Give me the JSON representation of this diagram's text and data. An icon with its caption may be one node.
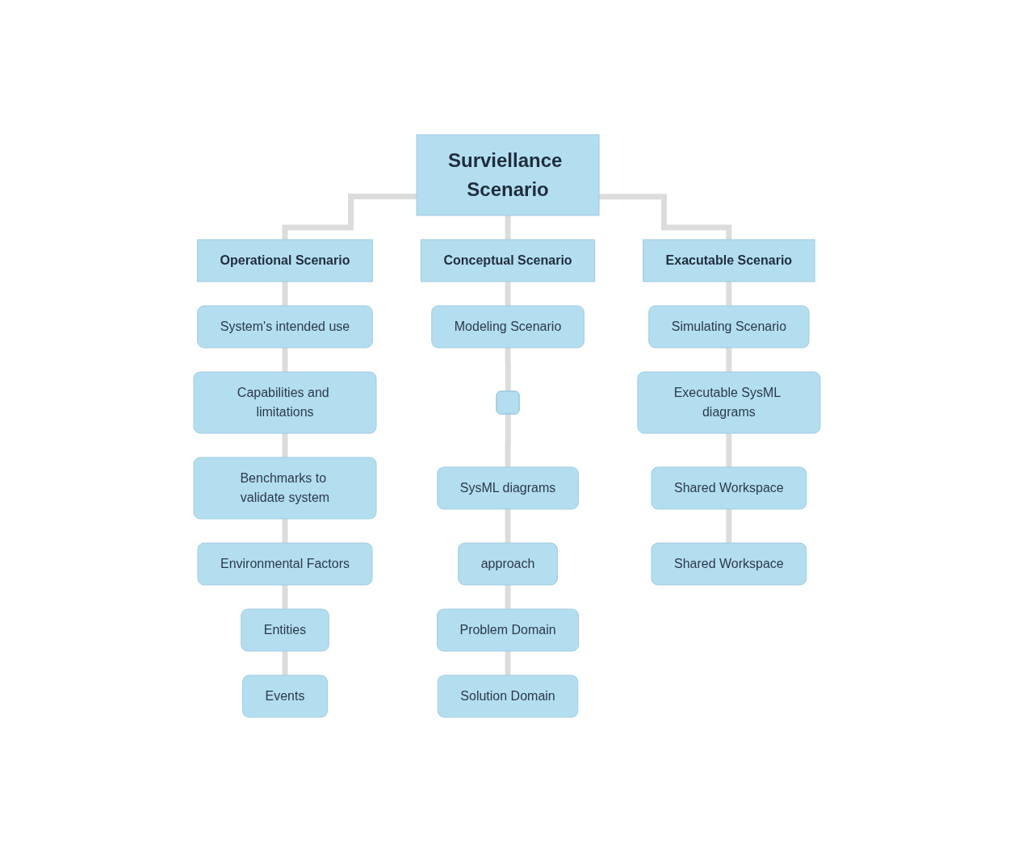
{
  "diagram": {
    "nodes": [
      {
        "text": [
          "Surviellance Scenario"
        ]
      },
      {
        "text": [
          "Operational Scenario"
        ]
      },
      {
        "text": [
          "Conceptual Scenario"
        ]
      },
      {
        "text": [
          "Exacutable Scenario"
        ]
      },
      {
        "text": [
          "System's intended use"
        ]
      },
      {
        "text": [
          "Capabilities and limitations"
        ]
      },
      {
        "text": [
          "Benchmarks to validate system"
        ]
      },
      {
        "text": [
          "Environmental Factors"
        ]
      },
      {
        "text": [
          "Entities"
        ]
      },
      {
        "text": [
          "Events"
        ]
      },
      {
        "text": [
          "Modeling Scenario"
        ]
      },
      {
        "text": [],
        "shape": "box"
      },
      {
        "text": [
          "SysML diagrams"
        ]
      },
      {
        "text": [
          "approach"
        ]
      },
      {
        "text": [
          "Problem Domain"
        ]
      },
      {
        "text": [
          "Solution Domain"
        ]
      },
      {
        "text": [
          "Simulating Scenario"
        ]
      },
      {
        "text": [
          "Executable SysML diagrams"
        ]
      },
      {
        "text": [
          "Shared Workspace"
        ]
      },
      {
        "text": [
          "Shared Workspace"
        ]
      }
    ],
    "edges": [
      {
        "from": 0,
        "to": 1,
        "arrow": "none"
      },
      {
        "from": 0,
        "to": 2,
        "arrow": "none"
      },
      {
        "from": 0,
        "to": 3,
        "arrow": "none"
      },
      {
        "from": 1,
        "to": 4,
        "arrow": "none"
      },
      {
        "from": 4,
        "to": 5,
        "arrow": "none"
      },
      {
        "from": 5,
        "to": 6,
        "arrow": "none"
      },
      {
        "from": 6,
        "to": 7,
        "arrow": "none"
      },
      {
        "from": 7,
        "to": 8,
        "arrow": "none"
      },
      {
        "from": 8,
        "to": 9,
        "arrow": "none"
      },
      {
        "from": 2,
        "to": 10,
        "arrow": "none"
      },
      {
        "from": 10,
        "to": 11,
        "arrow": "none"
      },
      {
        "from": 11,
        "to": 12,
        "arrow": "none"
      },
      {
        "from": 12,
        "to": 13,
        "arrow": "none"
      },
      {
        "from": 13,
        "to": 14,
        "arrow": "none"
      },
      {
        "from": 14,
        "to": 15,
        "arrow": "none"
      },
      {
        "from": 3,
        "to": 16,
        "arrow": "none"
      },
      {
        "from": 16,
        "to": 17,
        "arrow": "none"
      },
      {
        "from": 17,
        "to": 18,
        "arrow": "none"
      },
      {
        "from": 18,
        "to": 19,
        "arrow": "none"
      }
    ]
  }
}
